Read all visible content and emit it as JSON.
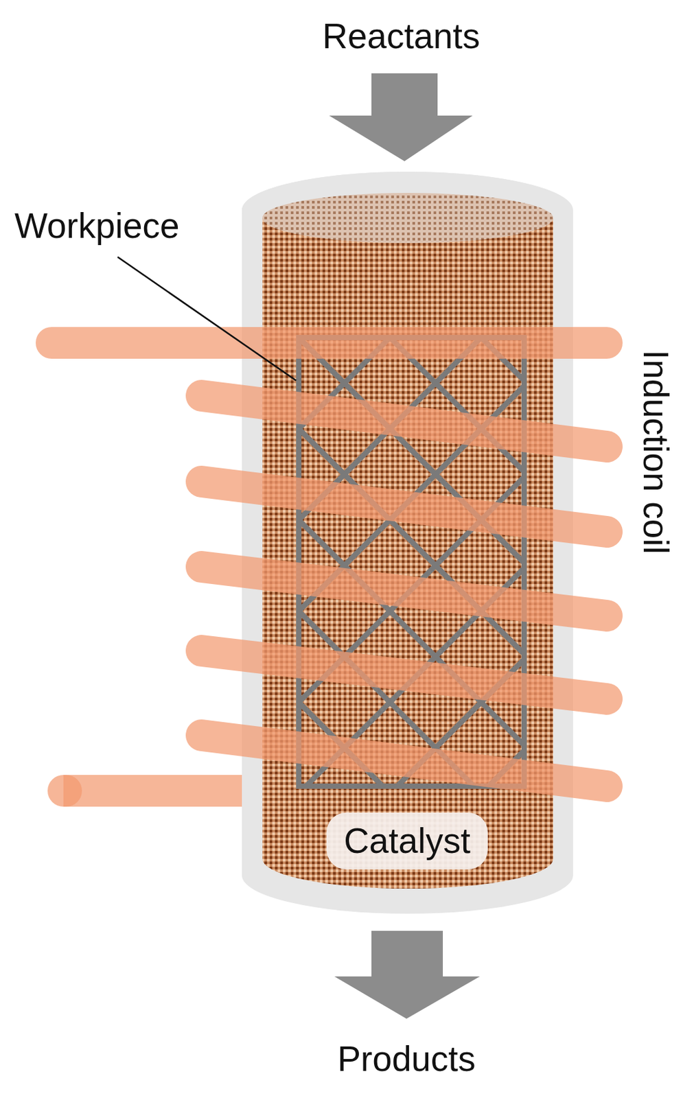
{
  "diagram": {
    "nodes": [
      {
        "text": [
          "Catalyst"
        ]
      }
    ],
    "labels": [
      "Reactants",
      "Workpiece",
      "Induction coil",
      "Products"
    ]
  }
}
